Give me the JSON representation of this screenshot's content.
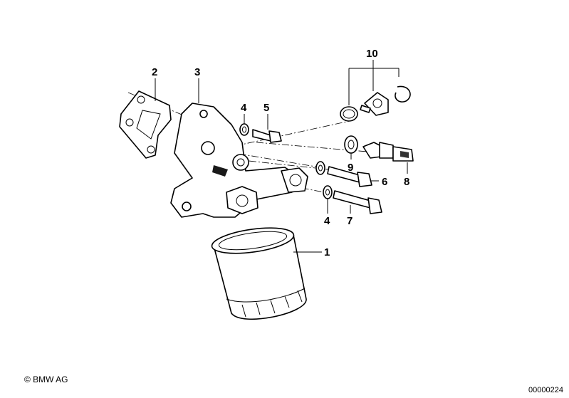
{
  "callouts": [
    "1",
    "2",
    "3",
    "4",
    "5",
    "6",
    "7",
    "8",
    "9",
    "10",
    "4"
  ],
  "footer": {
    "copyright": "© BMW AG",
    "image_number": "00000224"
  }
}
